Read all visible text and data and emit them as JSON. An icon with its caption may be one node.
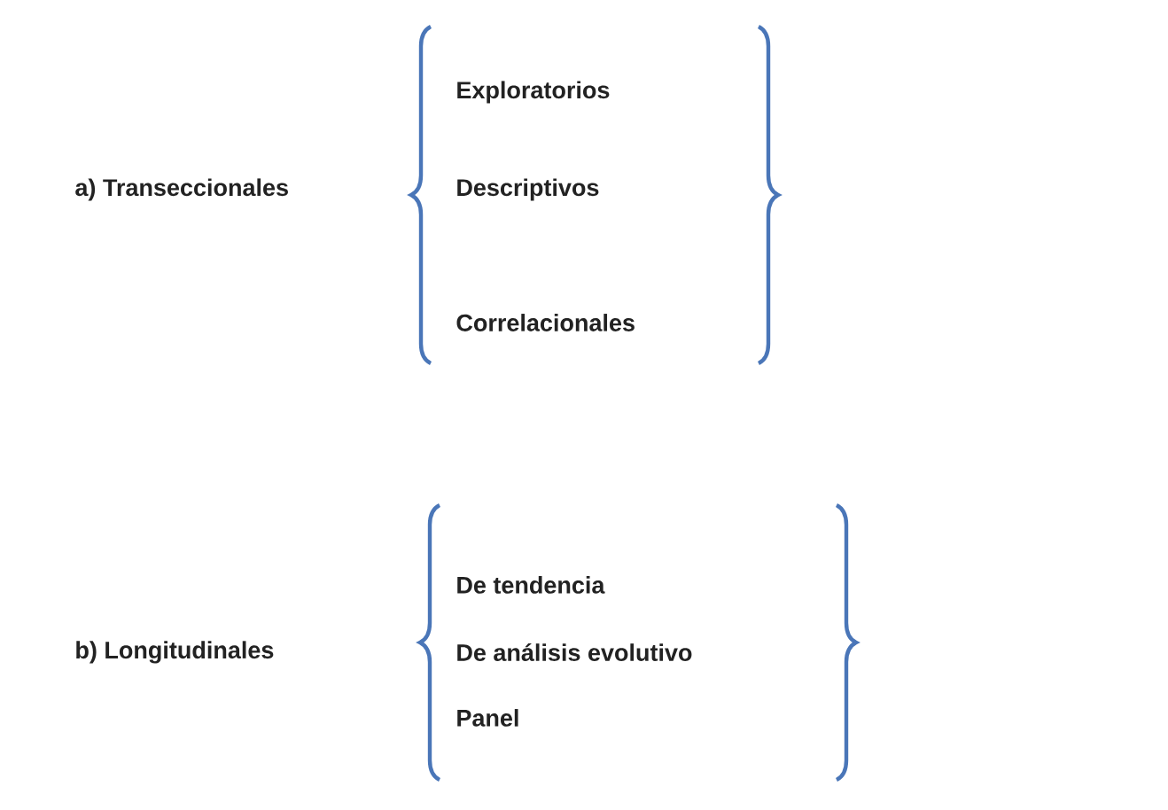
{
  "diagram": {
    "labels": [
      "a) Transeccionales",
      "Exploratorios",
      "Descriptivos",
      "Correlacionales",
      "b) Longitudinales",
      "De tendencia",
      "De análisis evolutivo",
      "Panel"
    ]
  }
}
